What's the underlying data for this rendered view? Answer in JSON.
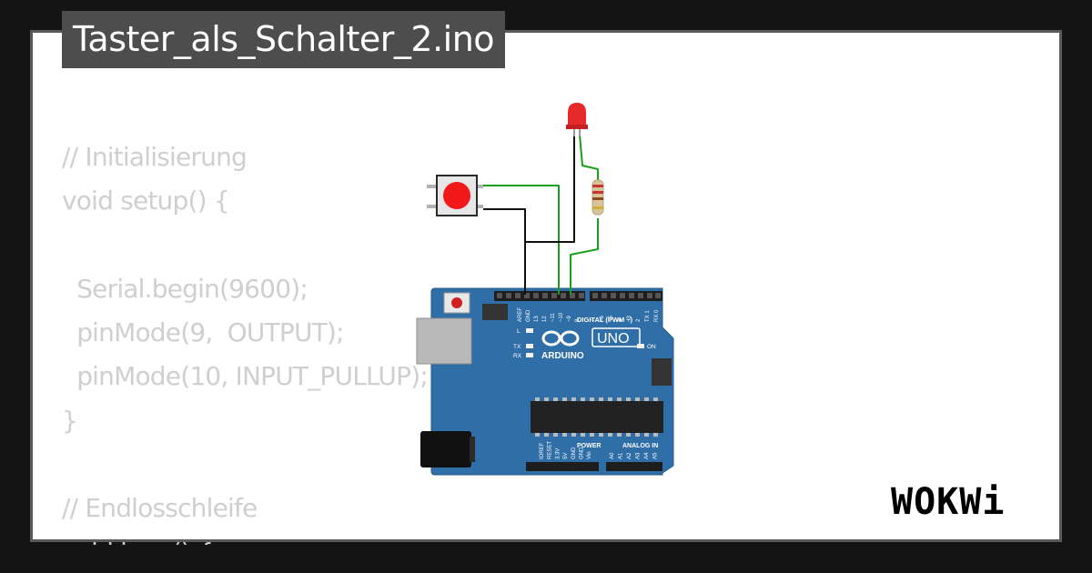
{
  "project": {
    "filename": "Taster_als_Schalter_2.ino"
  },
  "code_lines": [
    "// Initialisierung",
    "void setup() {",
    "",
    "  Serial.begin(9600);",
    "  pinMode(9,  OUTPUT);",
    "  pinMode(10, INPUT_PULLUP);",
    "}",
    "",
    "// Endlosschleife",
    "void loop() {"
  ],
  "board": {
    "brand": "ARDUINO",
    "model": "UNO",
    "pin_labels": [
      "AREF",
      "GND",
      "13",
      "12",
      "~11",
      "~10",
      "~9",
      "8",
      "7",
      "~6",
      "~5",
      "4",
      "~3",
      "2",
      "TX 1",
      "RX 0"
    ],
    "digital_header": "DIGITAL (PWM ~)",
    "power_header": "POWER",
    "analog_header": "ANALOG IN",
    "power_pins": [
      "IOREF",
      "RESET",
      "3.3V",
      "5V",
      "GND",
      "GND",
      "Vin"
    ],
    "analog_pins": [
      "A0",
      "A1",
      "A2",
      "A3",
      "A4",
      "A5"
    ],
    "leds": [
      "L",
      "TX",
      "RX",
      "ON"
    ]
  },
  "components": {
    "led_color": "#e8292b",
    "button_color": "#f2181a",
    "wire_color": "#19a019",
    "board_color": "#2f6ea6"
  },
  "brand": {
    "logo_text": "WOKWi"
  }
}
